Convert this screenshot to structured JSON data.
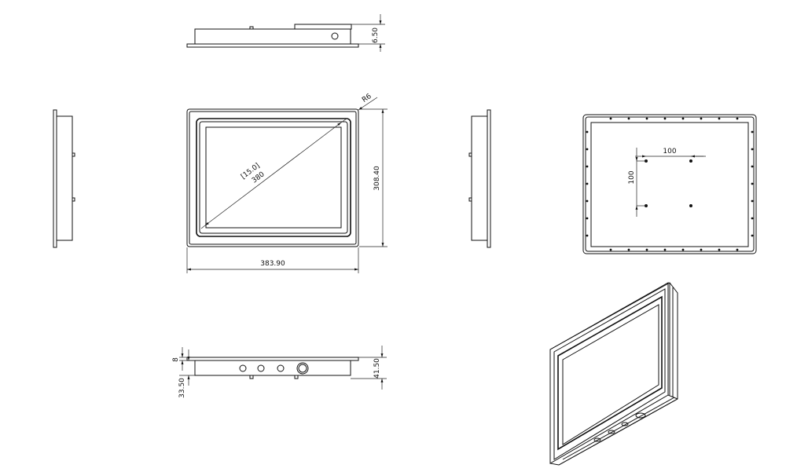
{
  "dimensions": {
    "top_view_height": "6.50",
    "corner_radius": "R6",
    "front_height": "308.40",
    "front_width": "383.90",
    "diagonal_inches": "[15.0]",
    "diagonal_length": "380",
    "vesa_horizontal": "100",
    "vesa_vertical": "100",
    "bottom_bezel": "8",
    "bottom_height_inner": "33.50",
    "bottom_height_total": "41.50"
  }
}
